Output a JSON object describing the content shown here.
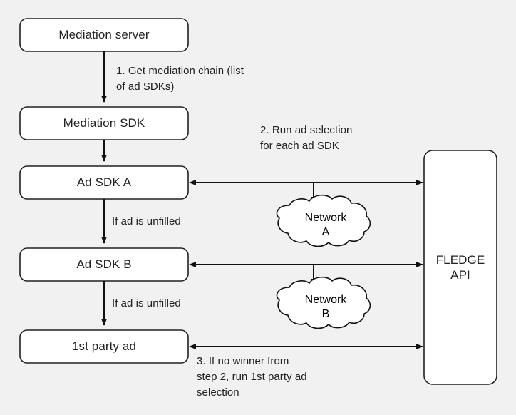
{
  "diagram": {
    "title": "Mediation chain with FLEDGE API ad selection flow",
    "background_color": "#f1f1f1",
    "node_fill_color": "#ffffff",
    "node_stroke_color": "#202124",
    "text_color": "#202124",
    "nodes": [
      {
        "id": "mediation-server",
        "label": "Mediation server",
        "shape": "rounded-rect"
      },
      {
        "id": "mediation-sdk",
        "label": "Mediation SDK",
        "shape": "rounded-rect"
      },
      {
        "id": "ad-sdk-a",
        "label": "Ad SDK A",
        "shape": "rounded-rect"
      },
      {
        "id": "ad-sdk-b",
        "label": "Ad SDK B",
        "shape": "rounded-rect"
      },
      {
        "id": "first-party-ad",
        "label": "1st party ad",
        "shape": "rounded-rect"
      },
      {
        "id": "fledge-api",
        "label": "FLEDGE\nAPI",
        "shape": "rounded-rect-tall"
      },
      {
        "id": "network-a",
        "label": "Network\nA",
        "shape": "cloud"
      },
      {
        "id": "network-b",
        "label": "Network\nB",
        "shape": "cloud"
      }
    ],
    "edge_labels": [
      {
        "id": "step-1",
        "text": "1. Get mediation chain (list\nof ad SDKs)"
      },
      {
        "id": "step-2",
        "text": "2. Run ad selection\n  for each ad SDK"
      },
      {
        "id": "unfilled-a",
        "text": "If ad is unfilled"
      },
      {
        "id": "unfilled-b",
        "text": "If ad is unfilled"
      },
      {
        "id": "step-3",
        "text": "3. If no winner from\nstep 2, run 1st party ad\nselection"
      }
    ]
  }
}
